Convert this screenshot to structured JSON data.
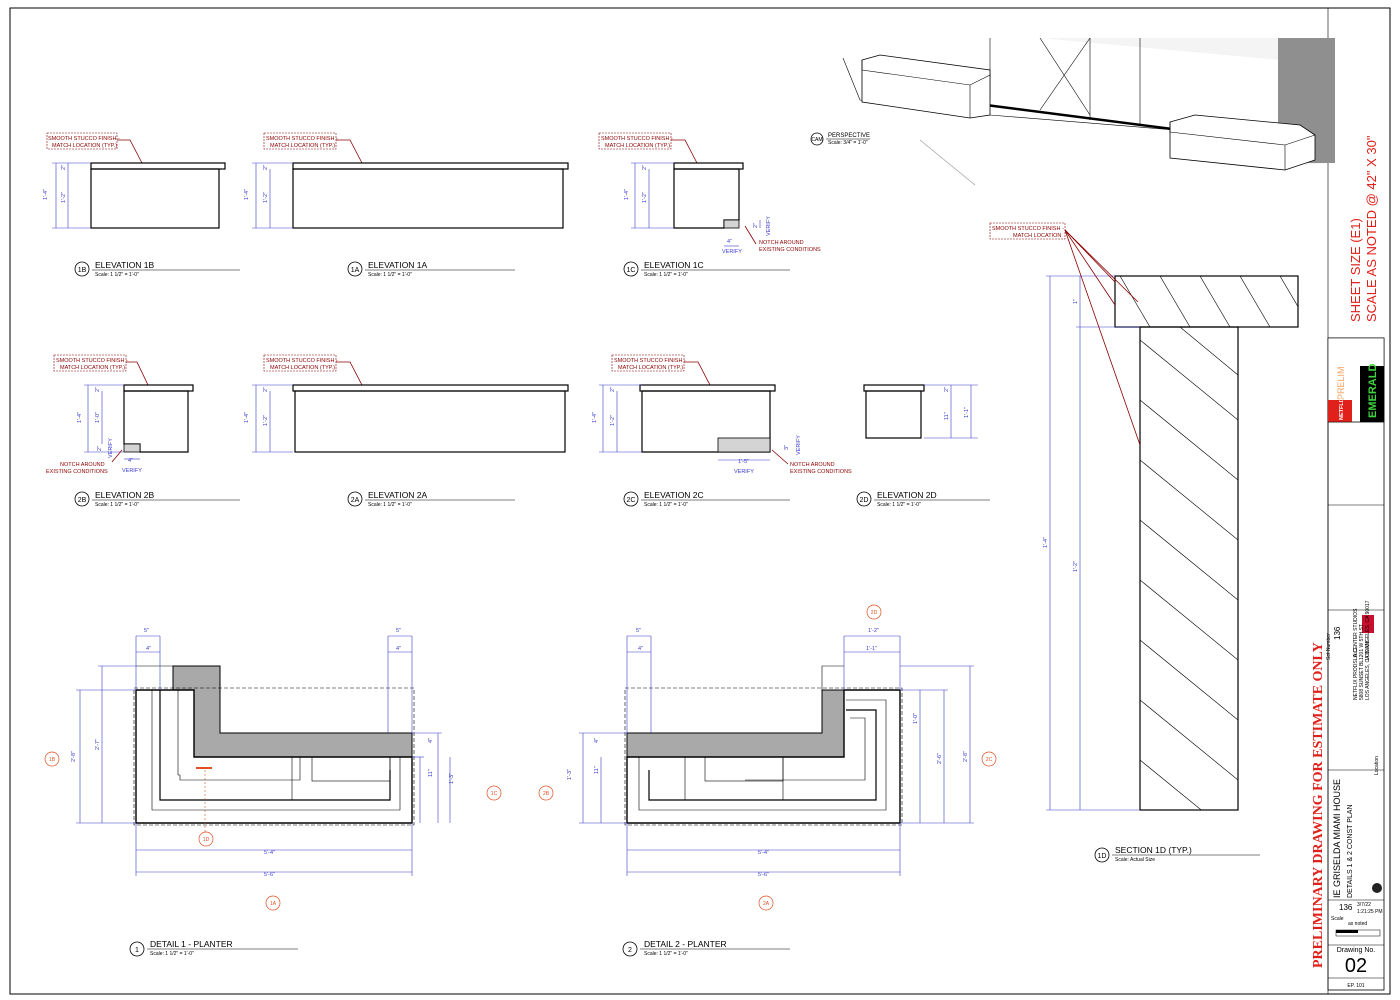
{
  "notes": {
    "stucco": "SMOOTH STUCCO FINISH -",
    "match": "MATCH LOCATION (TYP.)",
    "match_plain": "MATCH LOCATION",
    "stucco_plain": "SMOOTH STUCCO FINISH -",
    "notch1": "NOTCH AROUND",
    "notch2": "EXISTING CONDITIONS",
    "verify": "VERIFY"
  },
  "scales": {
    "std": "Scale: 1 1/2\" = 1'-0\"",
    "actual": "Scale: Actual Size",
    "persp": "Scale: 3/4\" = 1'-0\""
  },
  "views": {
    "e1b": {
      "id": "1B",
      "title": "ELEVATION 1B"
    },
    "e1a": {
      "id": "1A",
      "title": "ELEVATION 1A"
    },
    "e1c": {
      "id": "1C",
      "title": "ELEVATION 1C"
    },
    "e2b": {
      "id": "2B",
      "title": "ELEVATION 2B"
    },
    "e2a": {
      "id": "2A",
      "title": "ELEVATION 2A"
    },
    "e2c": {
      "id": "2C",
      "title": "ELEVATION 2C"
    },
    "e2d": {
      "id": "2D",
      "title": "ELEVATION 2D"
    },
    "d1": {
      "id": "1",
      "title": "DETAIL 1 - PLANTER"
    },
    "d2": {
      "id": "2",
      "title": "DETAIL 2 - PLANTER"
    },
    "s1d": {
      "id": "1D",
      "title": "SECTION 1D (TYP.)"
    },
    "persp": {
      "id": "CAM",
      "title": "PERSPECTIVE"
    }
  },
  "dims": {
    "h14": "1'-4\"",
    "h12": "1'-2\"",
    "h10": "1'-0\"",
    "h11": "1'-1\"",
    "d2in": "2\"",
    "d3in": "3\"",
    "d4in": "4\"",
    "d5in": "5\"",
    "d1in": "1\"",
    "d15": "1'-5\"",
    "d12": "1'-2\"",
    "d11": "1'-1\"",
    "d27": "2'-7\"",
    "d28": "2'-8\"",
    "d26": "2'-6\"",
    "d11in": "11\"",
    "d13": "1'-3\"",
    "d54": "5'-4\"",
    "d56": "5'-6\""
  },
  "sheet": {
    "size1": "SHEET SIZE (E1)",
    "size2": "SCALE AS NOTED @ 42\" X 30\"",
    "prelim": "PRELIMINARY DRAWING FOR ESTIMATE ONLY",
    "brand_prelim": "PRELIM",
    "brand_emerald": "EMERALD",
    "brand_netflix": "NETFLIX",
    "project": "IE GRISELDA MIAMI HOUSE",
    "subtitle": "DETAILS 1 & 2 CONST PLAN",
    "set_no": "136",
    "date": "3/7/22",
    "time": "1:21:25 PM",
    "scale_label": "Scale",
    "scale_val": "as noted",
    "drawing_no_label": "Drawing No.",
    "drawing_no": "02",
    "sheet_id": "EP. 101",
    "set_label": "Set Number",
    "location_label": "Location",
    "studio1": "LA CENTER STUDIOS",
    "studio2": "1201 W 5TH ST",
    "studio3": "LOS ANGELES, CA 90017",
    "prod1": "NETFLIX PRODS. LLC",
    "prod2": "5808 SUNSET BL",
    "prod3": "LOS ANGELES, CA 90028"
  }
}
